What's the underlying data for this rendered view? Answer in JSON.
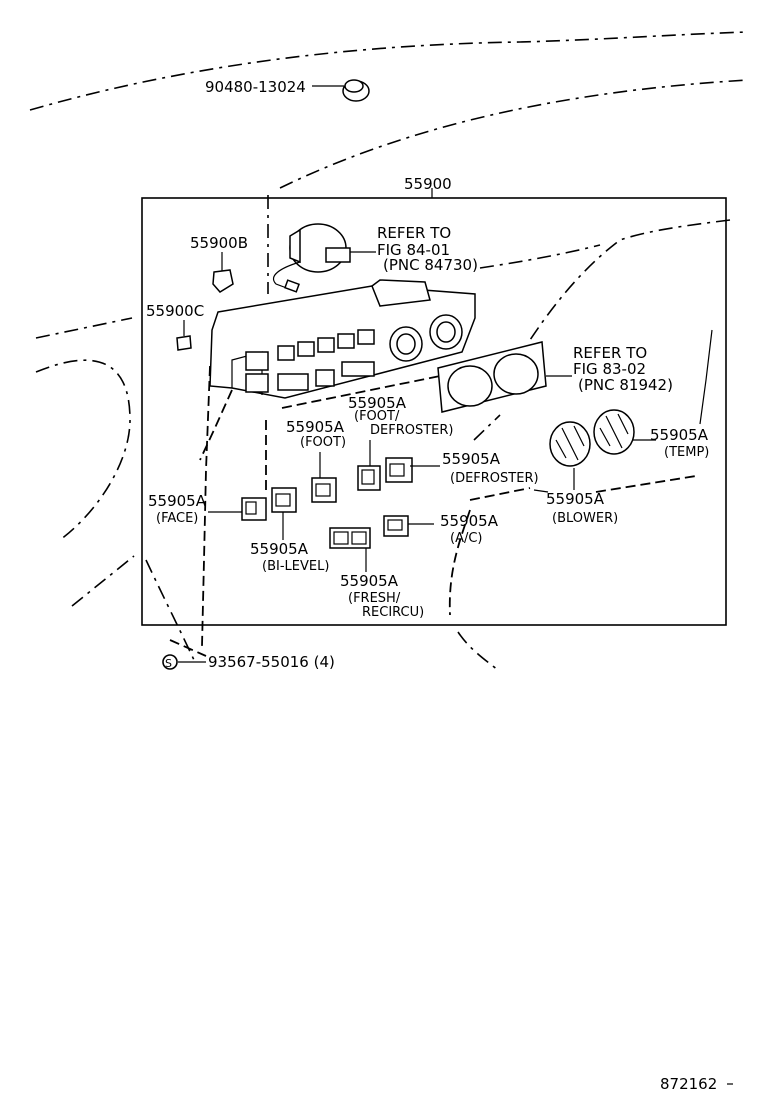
{
  "labels": {
    "bolt_part": "90480-13024",
    "assembly": "55900",
    "part_b": "55900B",
    "part_c": "55900C",
    "refer_84_1": "REFER TO",
    "refer_84_2": "FIG 84-01",
    "refer_84_3": "(PNC 84730)",
    "refer_83_1": "REFER TO",
    "refer_83_2": "FIG 83-02",
    "refer_83_3": "(PNC 81942)",
    "foot_defroster_pn": "55905A",
    "foot_defroster_a": "(FOOT/",
    "foot_defroster_b": "DEFROSTER)",
    "foot_pn": "55905A",
    "foot_name": "(FOOT)",
    "defroster_pn": "55905A",
    "defroster_name": "(DEFROSTER)",
    "temp_pn": "55905A",
    "temp_name": "(TEMP)",
    "face_pn": "55905A",
    "face_name": "(FACE)",
    "blower_pn": "55905A",
    "blower_name": "(BLOWER)",
    "ac_pn": "55905A",
    "ac_name": "(A/C)",
    "bilevel_pn": "55905A",
    "bilevel_name": "(BI-LEVEL)",
    "fresh_pn": "55905A",
    "fresh_a": "(FRESH/",
    "fresh_b": "RECIRCU)",
    "screw_symbol": "S",
    "screw_part": "93567-55016 (4)",
    "figure_number": "872162"
  }
}
